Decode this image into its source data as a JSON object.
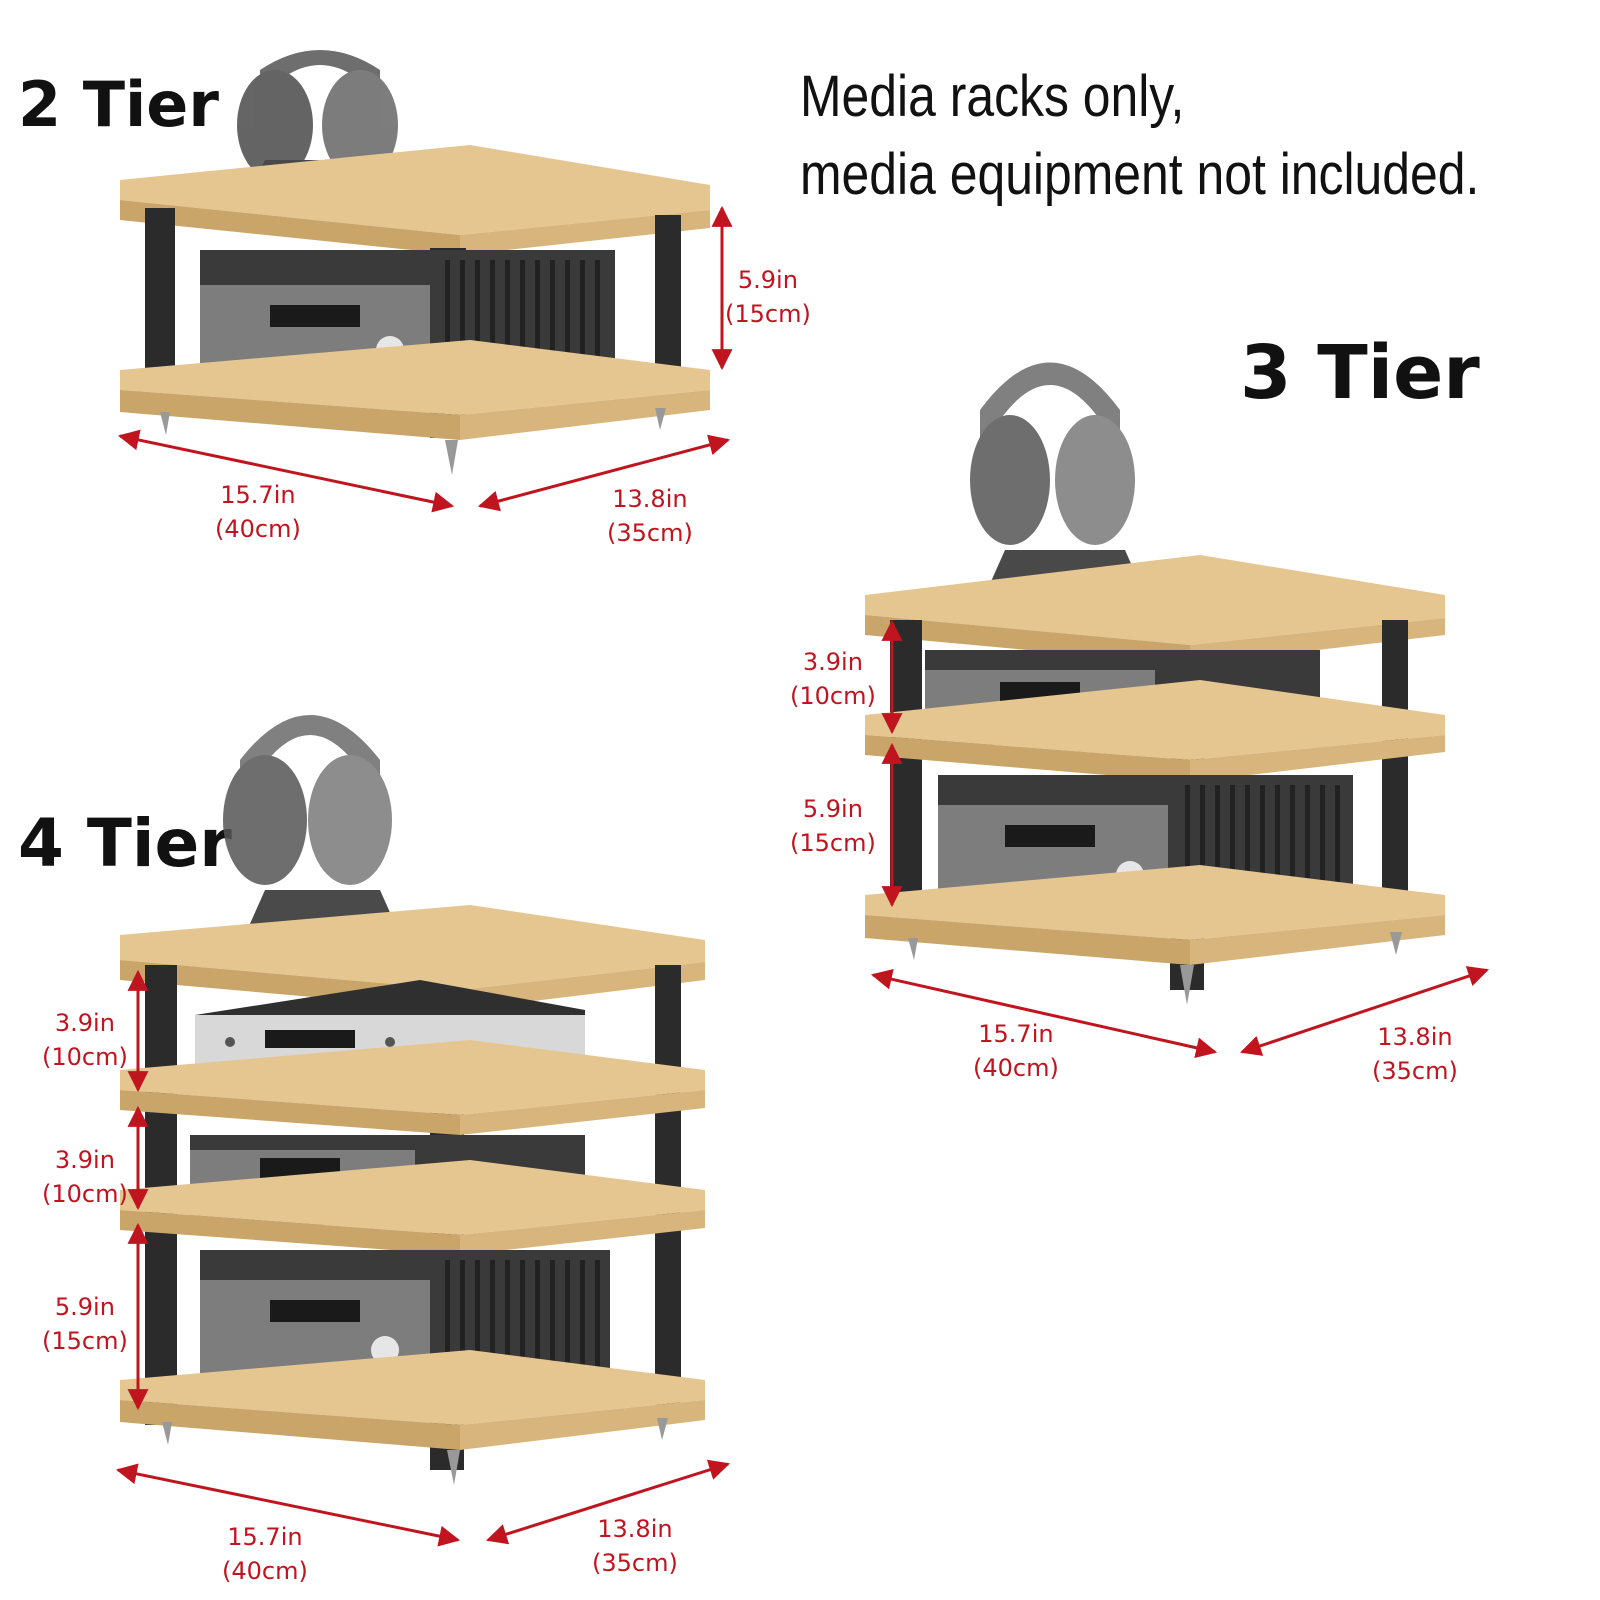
{
  "notice": {
    "line1": "Media racks only,",
    "line2": "media equipment not included."
  },
  "racks": [
    {
      "title": "2 Tier",
      "heights": [
        {
          "in": "5.9in",
          "cm": "(15cm)"
        }
      ],
      "width": {
        "in": "15.7in",
        "cm": "(40cm)"
      },
      "depth": {
        "in": "13.8in",
        "cm": "(35cm)"
      }
    },
    {
      "title": "3 Tier",
      "heights": [
        {
          "in": "3.9in",
          "cm": "(10cm)"
        },
        {
          "in": "5.9in",
          "cm": "(15cm)"
        }
      ],
      "width": {
        "in": "15.7in",
        "cm": "(40cm)"
      },
      "depth": {
        "in": "13.8in",
        "cm": "(35cm)"
      }
    },
    {
      "title": "4 Tier",
      "heights": [
        {
          "in": "3.9in",
          "cm": "(10cm)"
        },
        {
          "in": "3.9in",
          "cm": "(10cm)"
        },
        {
          "in": "5.9in",
          "cm": "(15cm)"
        }
      ],
      "width": {
        "in": "15.7in",
        "cm": "(40cm)"
      },
      "depth": {
        "in": "13.8in",
        "cm": "(35cm)"
      }
    }
  ],
  "colors": {
    "wood": "#e6c690",
    "wood_edge": "#c9a56a",
    "post": "#2b2b2b",
    "device_dark": "#3a3a3a",
    "device_silver": "#d8d8d8",
    "dimension_red": "#c0141e"
  }
}
